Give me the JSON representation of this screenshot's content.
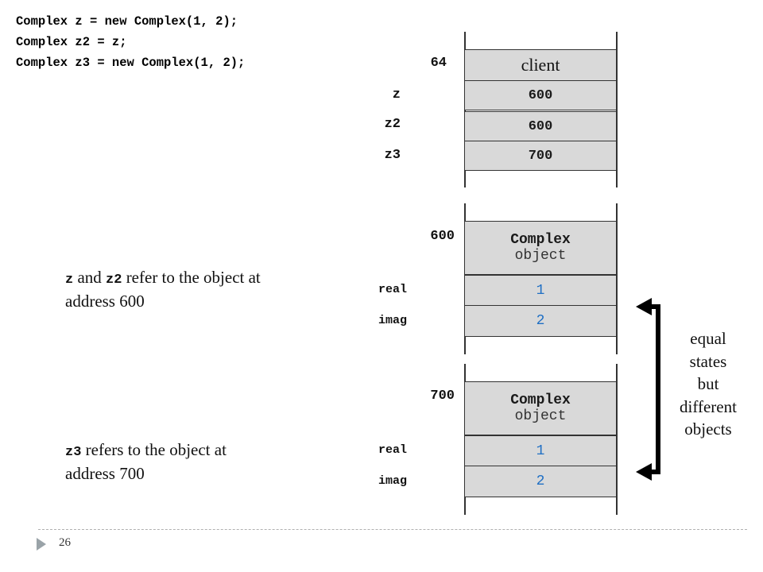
{
  "code_lines": [
    "Complex z = new Complex(1, 2);",
    "Complex z2 = z;",
    "Complex z3 = new Complex(1, 2);"
  ],
  "frame": {
    "address": "64",
    "title": "client",
    "vars": [
      {
        "name": "z",
        "value": "600"
      },
      {
        "name": "z2",
        "value": "600"
      },
      {
        "name": "z3",
        "value": "700"
      }
    ]
  },
  "objects": [
    {
      "address": "600",
      "type": "Complex",
      "kind": "object",
      "fields": [
        {
          "name": "real",
          "value": "1"
        },
        {
          "name": "imag",
          "value": "2"
        }
      ]
    },
    {
      "address": "700",
      "type": "Complex",
      "kind": "object",
      "fields": [
        {
          "name": "real",
          "value": "1"
        },
        {
          "name": "imag",
          "value": "2"
        }
      ]
    }
  ],
  "notes": {
    "n1": {
      "var1": "z",
      "mid": " and ",
      "var2": "z2",
      "line1_rest": " refer to the object at",
      "line2": "address 600"
    },
    "n2": {
      "var1": "z3",
      "line1_rest": " refers to the object at",
      "line2": "address 700"
    }
  },
  "side_note": [
    "equal",
    "states",
    "but",
    "different",
    "objects"
  ],
  "page_number": "26",
  "colors": {
    "cell_fill": "#d9d9d9",
    "field_value": "#1f6fc4",
    "arrow": "#000000"
  }
}
